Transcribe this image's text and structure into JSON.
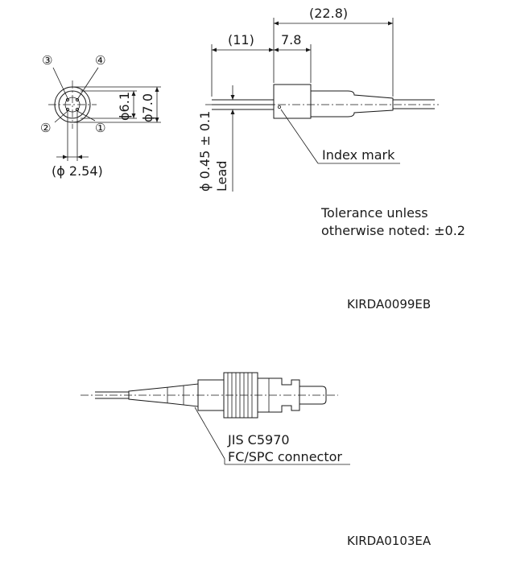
{
  "top_drawing": {
    "pin_labels": [
      "③",
      "④",
      "②",
      "①"
    ],
    "dim_pin_circle": "(ϕ 2.54)",
    "dim_d61": "ϕ6.1",
    "dim_d70": "ϕ7.0",
    "dim_overall": "(22.8)",
    "dim_lead_length": "(11)",
    "dim_body": "7.8",
    "dim_lead_dia": "ϕ 0.45 ± 0.1",
    "lead_label": "Lead",
    "index_mark_label": "Index mark",
    "tolerance_line1": "Tolerance unless",
    "tolerance_line2": "otherwise noted: ±0.2",
    "drawing_code": "KIRDA0099EB"
  },
  "bottom_drawing": {
    "connector_line1": "JIS C5970",
    "connector_line2": "FC/SPC connector",
    "drawing_code": "KIRDA0103EA"
  }
}
